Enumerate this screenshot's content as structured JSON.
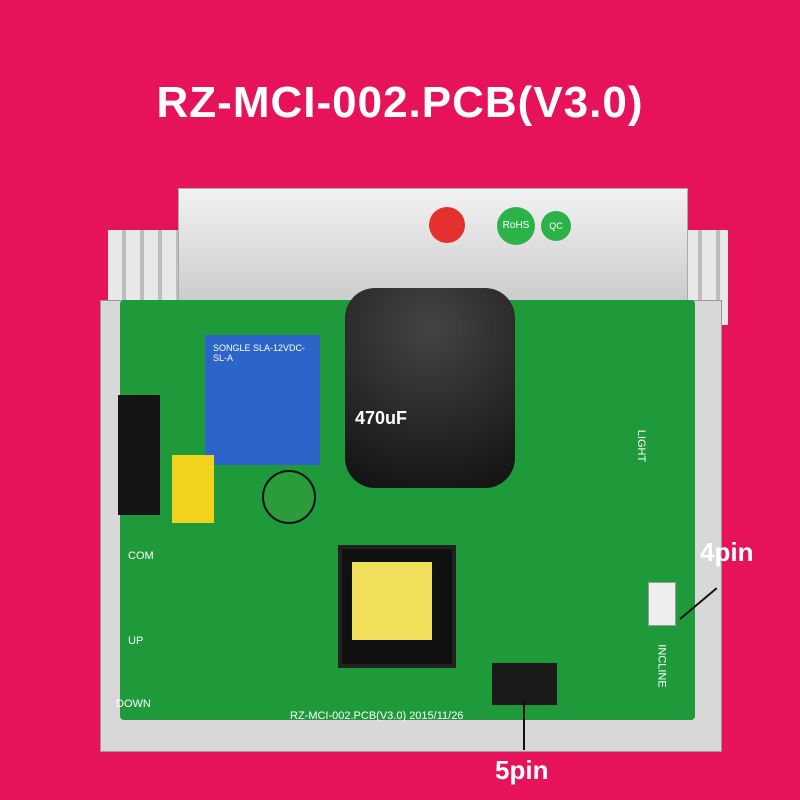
{
  "title": "RZ-MCI-002.PCB(V3.0)",
  "board": {
    "silkscreen": "RZ-MCI-002.PCB(V3.0)  2015/11/26",
    "stamps": [
      "RoHS",
      "QC"
    ],
    "relay_text": "SONGLE SLA-12VDC-SL-A",
    "capacitor_text": "470uF",
    "side_labels": [
      "COM",
      "UP",
      "DOWN"
    ],
    "light": "LIGHT",
    "incline": "INCLINE"
  },
  "labels": {
    "four_pin": "4pin",
    "five_pin": "5pin"
  },
  "colors": {
    "background": "#e6135b",
    "pcb": "#1f9a3a"
  }
}
